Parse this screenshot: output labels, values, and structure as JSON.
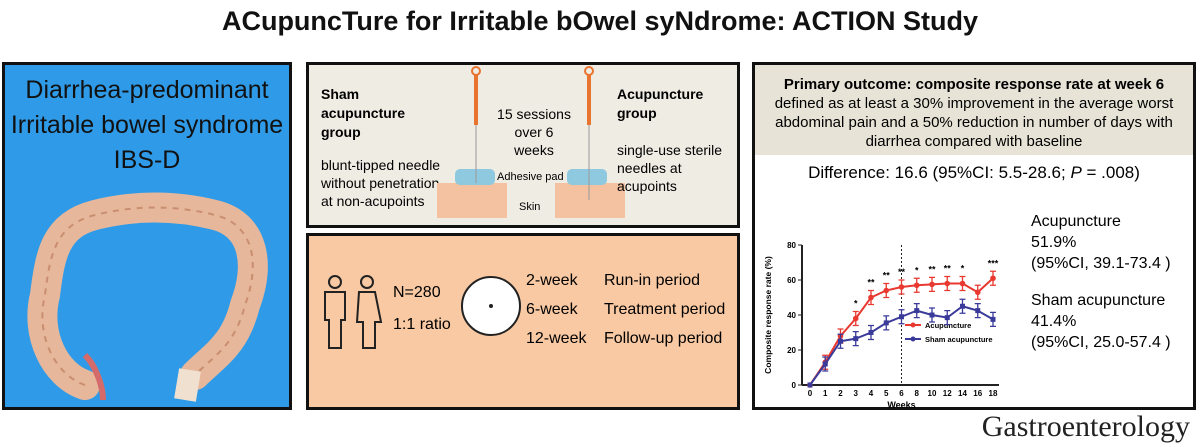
{
  "title": "ACupuncTure for Irritable bOwel syNdrome: ACTION Study",
  "condition": {
    "line1": "Diarrhea-predominant",
    "line2": "Irritable bowel syndrome",
    "line3": "IBS-D"
  },
  "intervention": {
    "sham_title_1": "Sham",
    "sham_title_2": "acupuncture",
    "sham_title_3": "group",
    "sham_desc_1": "blunt-tipped needle",
    "sham_desc_2": "without penetration",
    "sham_desc_3": "at non-acupoints",
    "sessions_1": "15 sessions",
    "sessions_2": "over 6",
    "sessions_3": "weeks",
    "acu_title_1": "Acupuncture",
    "acu_title_2": "group",
    "acu_desc_1": "single-use sterile",
    "acu_desc_2": "needles at",
    "acu_desc_3": "acupoints",
    "pad_label": "Adhesive pad",
    "skin_label": "Skin"
  },
  "design": {
    "n": "N=280",
    "ratio": "1:1 ratio",
    "periods": [
      {
        "dur": "2-week",
        "name": "Run-in period"
      },
      {
        "dur": "6-week",
        "name": "Treatment period"
      },
      {
        "dur": "12-week",
        "name": "Follow-up period"
      }
    ]
  },
  "outcome": {
    "heading": "Primary outcome: composite response rate at week 6",
    "def_1": "defined as at least a 30% improvement in the average worst",
    "def_2": "abdominal pain and a 50% reduction in number of days with",
    "def_3": "diarrhea compared with baseline",
    "difference_a": "Difference: 16.6 (95%CI: 5.5-28.6; ",
    "difference_p": "P",
    "difference_b": " = .008)",
    "acu_label": "Acupuncture",
    "acu_rate": "51.9%",
    "acu_ci": "(95%CI, 39.1-73.4 )",
    "sham_label": "Sham acupuncture",
    "sham_rate": "41.4%",
    "sham_ci": "(95%CI, 25.0-57.4 )"
  },
  "journal": "Gastroenterology",
  "chart_data": {
    "type": "line",
    "xlabel": "Weeks",
    "ylabel": "Composite response rate (%)",
    "ylim": [
      0,
      80
    ],
    "yticks": [
      "0",
      "20",
      "40",
      "60",
      "80"
    ],
    "categories": [
      "0",
      "1",
      "2",
      "3",
      "4",
      "5",
      "6",
      "8",
      "10",
      "12",
      "14",
      "16",
      "18"
    ],
    "series": [
      {
        "name": "Acupuncture",
        "color": "#e8382f",
        "values": [
          0,
          13,
          28,
          38,
          50,
          54,
          56,
          57,
          57.5,
          58,
          58,
          53,
          61
        ]
      },
      {
        "name": "Sham acupuncture",
        "color": "#3a3a9a",
        "values": [
          0,
          12,
          25,
          26.5,
          30,
          35.5,
          39,
          42.5,
          40,
          38.5,
          45,
          42.5,
          37.5
        ]
      }
    ],
    "error": 4,
    "significance": [
      "",
      "",
      "",
      "*",
      "**",
      "**",
      "**",
      "*",
      "**",
      "**",
      "*",
      "",
      "***"
    ],
    "marker_line_at": "6",
    "legend": "bottom-right"
  }
}
